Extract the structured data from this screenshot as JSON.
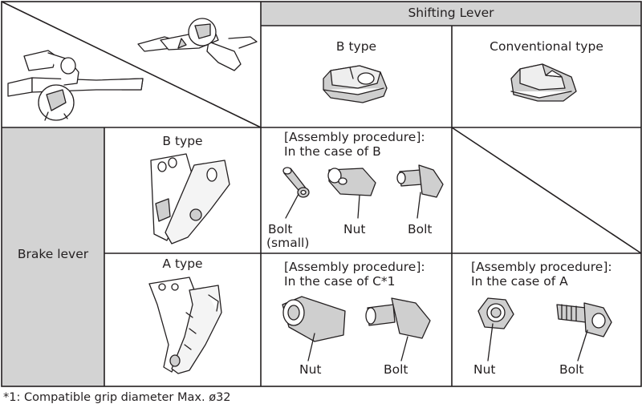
{
  "header": {
    "shifting_lever": "Shifting Lever",
    "brake_lever": "Brake lever"
  },
  "columns": {
    "b_type": "B type",
    "conventional_type": "Conventional type"
  },
  "rows": {
    "b_type": "B type",
    "a_type": "A type"
  },
  "cells": {
    "case_b": {
      "title_1": "[Assembly procedure]:",
      "title_2": "In the case of B",
      "parts": [
        "Bolt",
        "(small)",
        "Nut",
        "Bolt"
      ]
    },
    "case_c": {
      "title_1": "[Assembly procedure]:",
      "title_2": "In the case of C*1",
      "parts": [
        "Nut",
        "Bolt"
      ]
    },
    "case_a": {
      "title_1": "[Assembly procedure]:",
      "title_2": "In the case of A",
      "parts": [
        "Nut",
        "Bolt"
      ]
    }
  },
  "footnote": "*1: Compatible grip diameter  Max. ø32",
  "colors": {
    "header_gray": "#d3d3d3",
    "line": "#231f20",
    "part_fill": "#cfcfcf"
  }
}
